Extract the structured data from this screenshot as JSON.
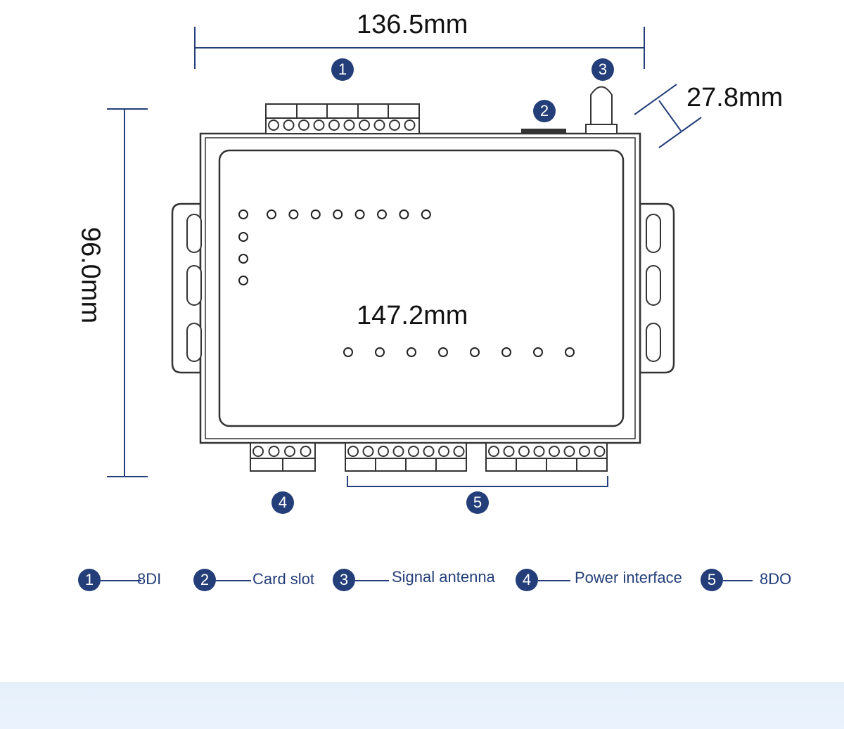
{
  "dimensions": {
    "width_top": "136.5mm",
    "antenna_height": "27.8mm",
    "height_side": "96.0mm",
    "width_full": "147.2mm"
  },
  "callouts": {
    "c1": "1",
    "c2": "2",
    "c3": "3",
    "c4": "4",
    "c5": "5"
  },
  "legend": [
    {
      "number": "1",
      "label": "8DI"
    },
    {
      "number": "2",
      "label": "Card slot"
    },
    {
      "number": "3",
      "label": "Signal antenna"
    },
    {
      "number": "4",
      "label": "Power interface"
    },
    {
      "number": "5",
      "label": "8DO"
    }
  ],
  "colors": {
    "accent": "#233e79",
    "outline": "#333333",
    "band": "#e8f1fc"
  }
}
